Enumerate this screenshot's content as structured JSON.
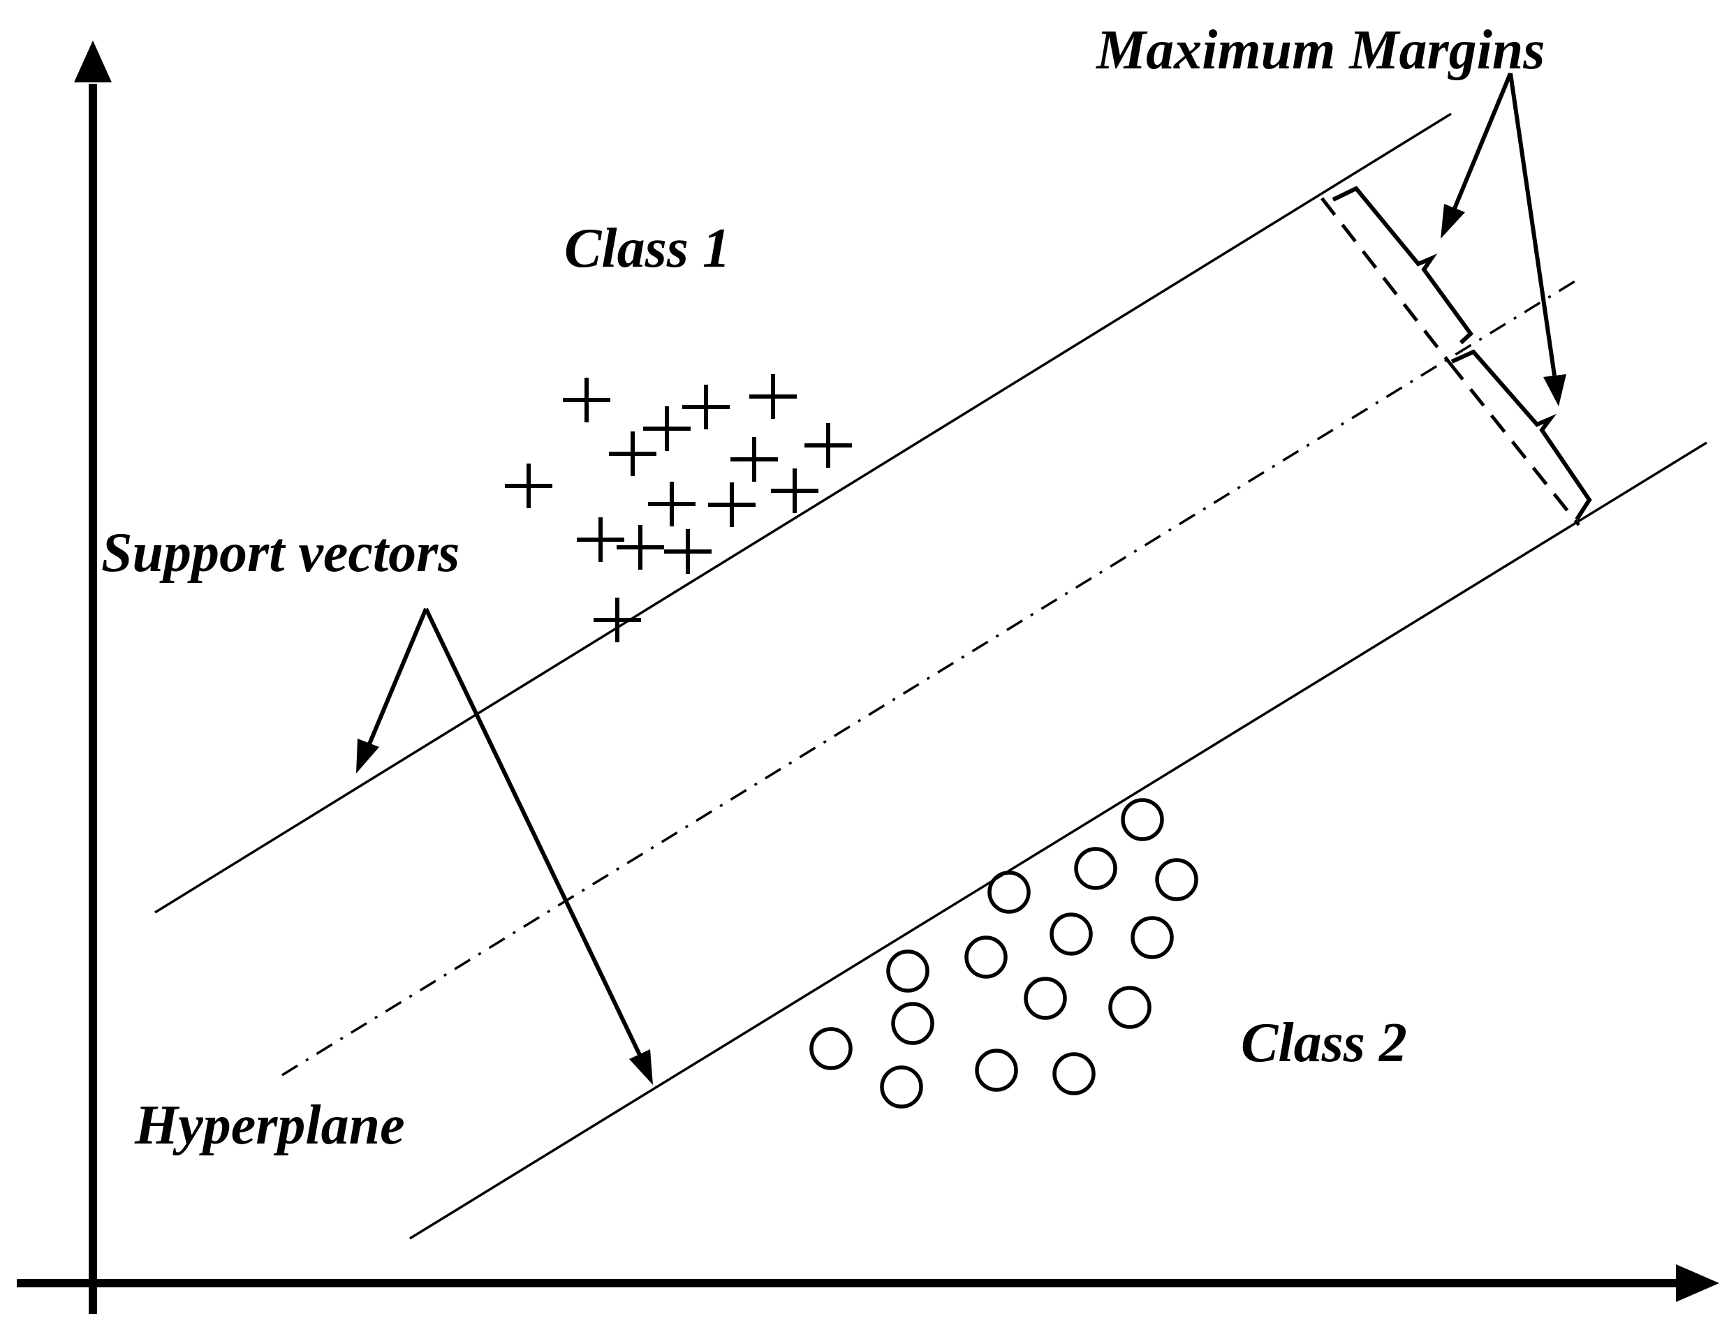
{
  "labels": {
    "maximum_margins": "Maximum Margins",
    "class_1": "Class 1",
    "support_vectors": "Support vectors",
    "hyperplane": "Hyperplane",
    "class_2": "Class 2"
  },
  "legend": {
    "class_1_marker": "plus",
    "class_2_marker": "circle"
  }
}
